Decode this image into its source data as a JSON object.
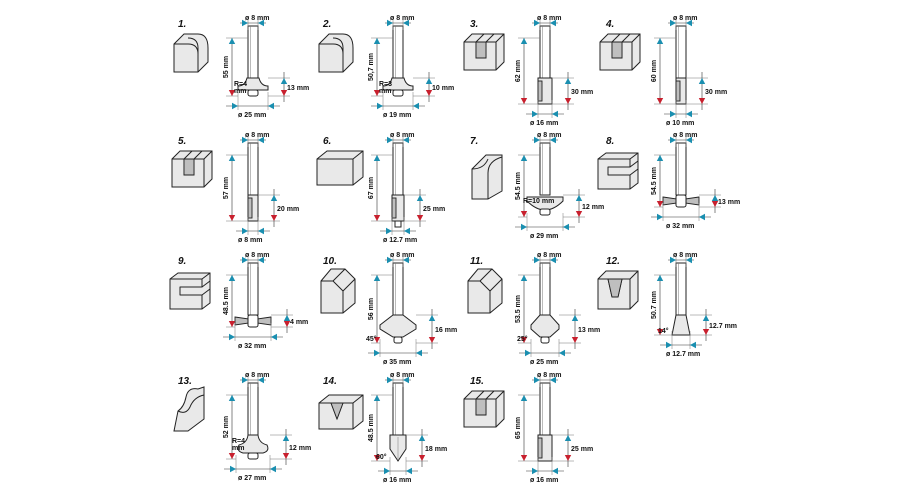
{
  "arrow_colors": {
    "diameter": "#1a8fb0",
    "length": "#c8202e"
  },
  "bits": [
    {
      "id": 1,
      "number": "1.",
      "shank": "ø 8 mm",
      "overall": "55 mm",
      "cut": "13 mm",
      "cut_diameter": "ø 25 mm",
      "profile_shape": "rounded-edge-block",
      "radius": "R=4",
      "radius_unit": "mm"
    },
    {
      "id": 2,
      "number": "2.",
      "shank": "ø 8 mm",
      "overall": "50,7 mm",
      "cut": "10 mm",
      "cut_diameter": "ø 19 mm",
      "profile_shape": "rounded-edge-block",
      "radius": "R=3",
      "radius_unit": "mm"
    },
    {
      "id": 3,
      "number": "3.",
      "shank": "ø 8 mm",
      "overall": "62 mm",
      "cut": "30 mm",
      "cut_diameter": "ø 16 mm",
      "profile_shape": "u-groove-block"
    },
    {
      "id": 4,
      "number": "4.",
      "shank": "ø 8 mm",
      "overall": "60 mm",
      "cut": "30 mm",
      "cut_diameter": "ø 10 mm",
      "profile_shape": "u-groove-block"
    },
    {
      "id": 5,
      "number": "5.",
      "shank": "ø 8 mm",
      "overall": "57 mm",
      "cut": "20 mm",
      "cut_diameter": "ø 8 mm",
      "profile_shape": "u-groove-block"
    },
    {
      "id": 6,
      "number": "6.",
      "shank": "ø 8 mm",
      "overall": "67 mm",
      "cut": "25 mm",
      "cut_diameter": "ø 12.7 mm",
      "profile_shape": "flat-block"
    },
    {
      "id": 7,
      "number": "7.",
      "shank": "ø 8 mm",
      "overall": "54.5 mm",
      "cut": "12 mm",
      "cut_diameter": "ø 29 mm",
      "profile_shape": "cove-block",
      "radius": "R=10 mm"
    },
    {
      "id": 8,
      "number": "8.",
      "shank": "ø 8 mm",
      "overall": "54.5 mm",
      "cut": "13 mm",
      "cut_diameter": "ø 32 mm",
      "profile_shape": "slot-block"
    },
    {
      "id": 9,
      "number": "9.",
      "shank": "ø 8 mm",
      "overall": "48.5 mm",
      "cut": "4 mm",
      "cut_diameter": "ø 32 mm",
      "profile_shape": "slot-block"
    },
    {
      "id": 10,
      "number": "10.",
      "shank": "ø 8 mm",
      "overall": "56 mm",
      "cut": "16 mm",
      "cut_diameter": "ø 35 mm",
      "profile_shape": "chamfer-block",
      "angle": "45°"
    },
    {
      "id": 11,
      "number": "11.",
      "shank": "ø 8 mm",
      "overall": "53.5 mm",
      "cut": "13 mm",
      "cut_diameter": "ø 25 mm",
      "profile_shape": "chamfer-block",
      "angle": "25°"
    },
    {
      "id": 12,
      "number": "12.",
      "shank": "ø 8 mm",
      "overall": "50.7 mm",
      "cut": "12.7 mm",
      "cut_diameter": "ø 12.7 mm",
      "profile_shape": "dovetail-block",
      "angle": "14°"
    },
    {
      "id": 13,
      "number": "13.",
      "shank": "ø 8 mm",
      "overall": "52 mm",
      "cut": "12 mm",
      "cut_diameter": "ø 27 mm",
      "profile_shape": "ogee-block",
      "radius": "R=4",
      "radius_unit": "mm"
    },
    {
      "id": 14,
      "number": "14.",
      "shank": "ø 8 mm",
      "overall": "48.5 mm",
      "cut": "18 mm",
      "cut_diameter": "ø 16 mm",
      "profile_shape": "v-groove-block",
      "angle": "60°"
    },
    {
      "id": 15,
      "number": "15.",
      "shank": "ø 8 mm",
      "overall": "65 mm",
      "cut": "25 mm",
      "cut_diameter": "ø 16 mm",
      "profile_shape": "u-groove-block"
    }
  ]
}
